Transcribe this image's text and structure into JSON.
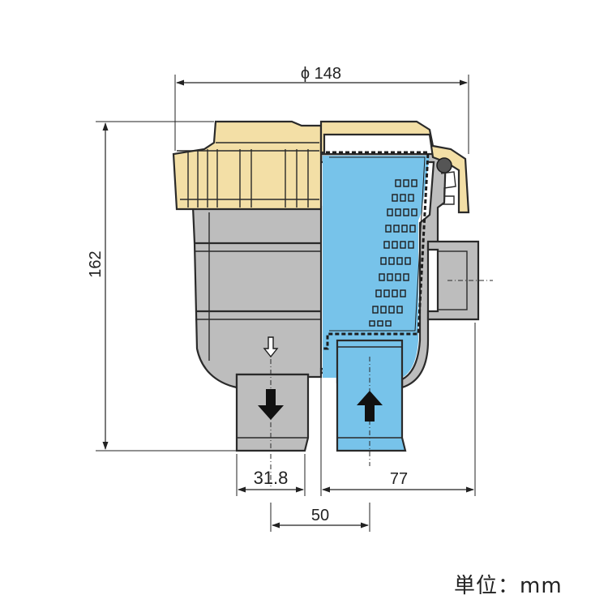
{
  "dimensions": {
    "diameter_label": "ϕ 148",
    "height_label": "162",
    "outlet_dia_label": "31.8",
    "spacing_label": "50",
    "offset_label": "77"
  },
  "unit_label": "単位：mm",
  "colors": {
    "cap": "#f3dfa6",
    "body_grey": "#bdbdbd",
    "water_blue": "#77c3ea",
    "outline": "#2a2a2a"
  }
}
